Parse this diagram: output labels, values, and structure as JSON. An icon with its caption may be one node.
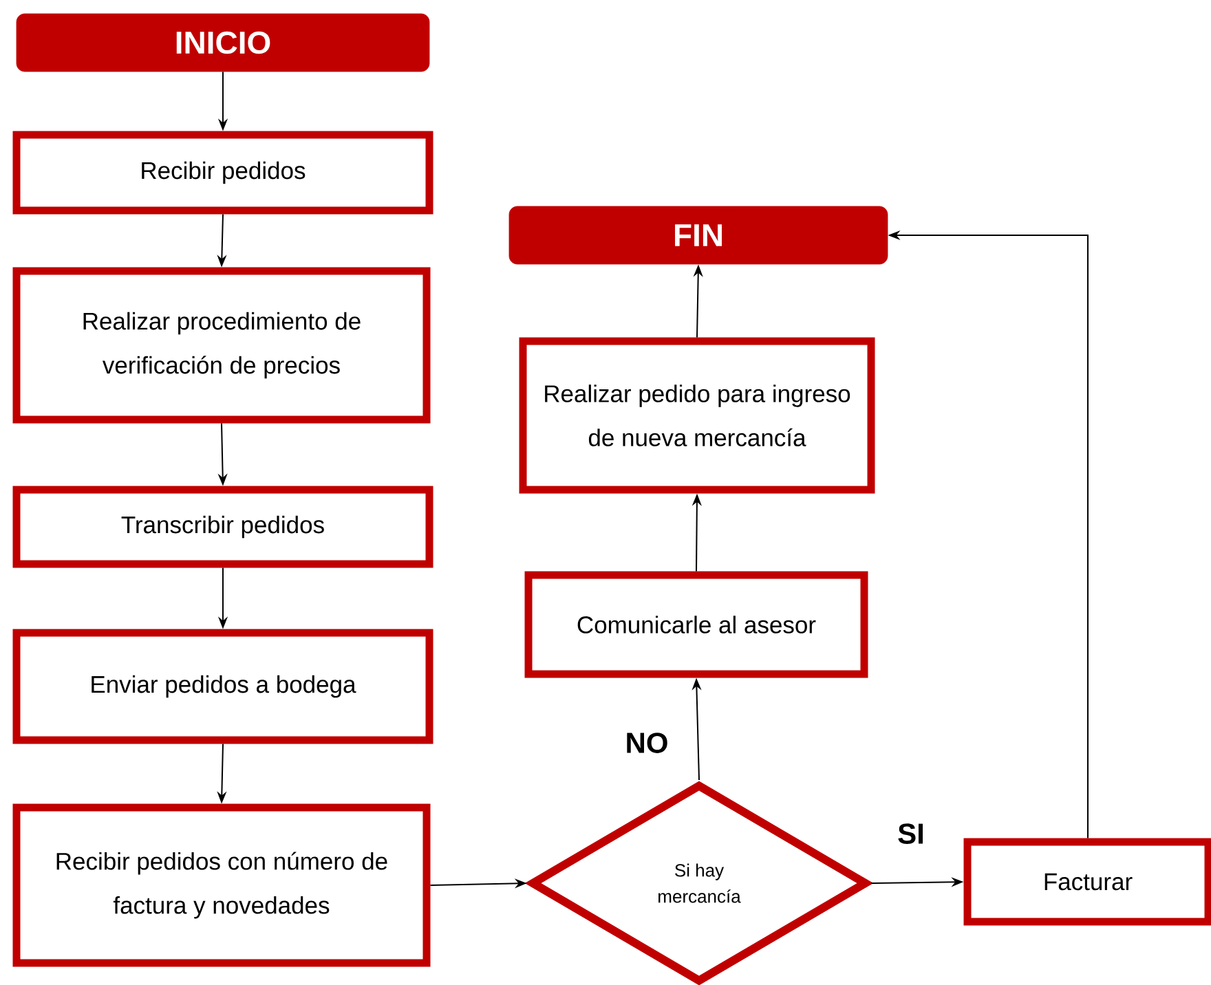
{
  "diagram": {
    "nodes": [
      {
        "text": [
          "INICIO"
        ]
      },
      {
        "text": [
          "Recibir pedidos"
        ]
      },
      {
        "text": [
          "Realizar procedimiento de verificación de precios"
        ]
      },
      {
        "text": [
          "Transcribir pedidos"
        ]
      },
      {
        "text": [
          "Enviar pedidos a bodega"
        ]
      },
      {
        "text": [
          "Recibir pedidos con número de factura y novedades"
        ]
      },
      {
        "text": [
          "Si hay mercancía"
        ]
      },
      {
        "text": [
          "Facturar"
        ]
      },
      {
        "text": [
          "Comunicarle al asesor"
        ]
      },
      {
        "text": [
          "Realizar pedido para ingreso de nueva mercancía"
        ]
      },
      {
        "text": [
          "FIN"
        ]
      }
    ],
    "edges": [
      {
        "from": 0,
        "to": 1,
        "arrow": "to"
      },
      {
        "from": 1,
        "to": 2,
        "arrow": "to"
      },
      {
        "from": 2,
        "to": 3,
        "arrow": "to"
      },
      {
        "from": 3,
        "to": 4,
        "arrow": "to"
      },
      {
        "from": 4,
        "to": 5,
        "arrow": "to"
      },
      {
        "from": 5,
        "to": 6,
        "arrow": "to"
      },
      {
        "from": 6,
        "to": 8,
        "arrow": "to",
        "label": "NO"
      },
      {
        "from": 6,
        "to": 7,
        "arrow": "to",
        "label": "SI"
      },
      {
        "from": 8,
        "to": 9,
        "arrow": "to"
      },
      {
        "from": 9,
        "to": 10,
        "arrow": "to"
      },
      {
        "from": 7,
        "to": 10,
        "arrow": "to"
      }
    ]
  }
}
